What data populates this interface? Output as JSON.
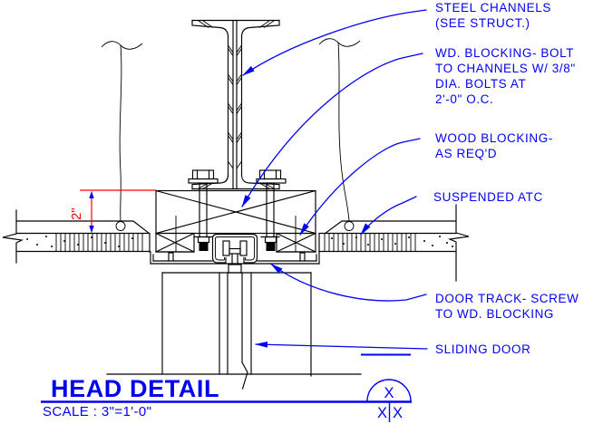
{
  "drawing": {
    "colors": {
      "annotation_blue": "#0000F5",
      "dimension_red": "#FF0000",
      "linework_black": "#000000",
      "background": "#FFFFFF"
    },
    "labels": [
      {
        "name": "steel-channels",
        "lines": [
          "STEEL CHANNELS",
          "(SEE STRUCT.)"
        ]
      },
      {
        "name": "wd-blocking-bolt",
        "lines": [
          "WD. BLOCKING- BOLT",
          "TO CHANNELS W/ 3/8\"",
          "DIA. BOLTS AT",
          "2'-0\" O.C."
        ]
      },
      {
        "name": "wood-blocking",
        "lines": [
          "WOOD BLOCKING-",
          "AS REQ'D"
        ]
      },
      {
        "name": "suspended-atc",
        "lines": [
          "SUSPENDED ATC"
        ]
      },
      {
        "name": "door-track",
        "lines": [
          "DOOR TRACK- SCREW",
          "TO WD. BLOCKING"
        ]
      },
      {
        "name": "sliding-door",
        "lines": [
          "SLIDING DOOR"
        ]
      }
    ],
    "dimension": {
      "value": "2\""
    },
    "title_block": {
      "title": "HEAD DETAIL",
      "scale": "SCALE : 3\"=1'-0\""
    },
    "detail_symbol": {
      "top": "X",
      "bottom_left": "X",
      "bottom_right": "X"
    }
  }
}
